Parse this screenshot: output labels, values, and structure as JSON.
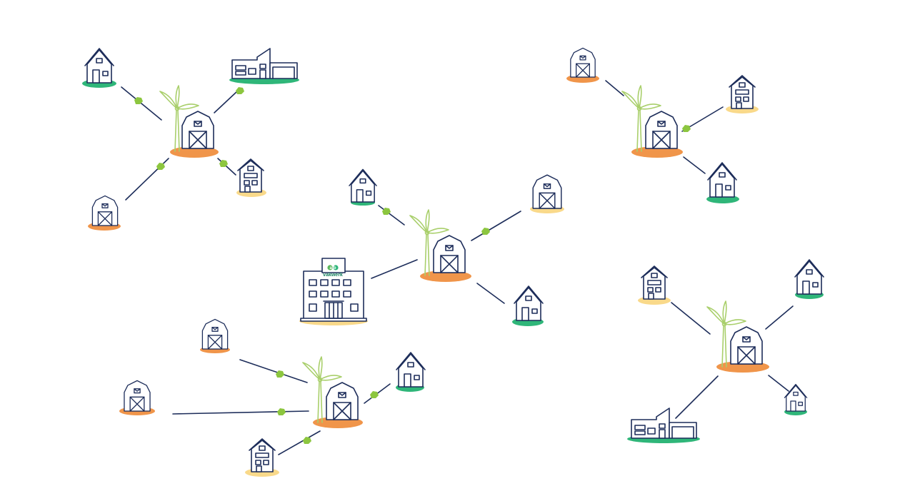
{
  "logo": {
    "mark": "a·b",
    "name": "vakwerk"
  },
  "colors": {
    "ink": "#1d2d5a",
    "green_ground": "#2fb679",
    "orange_ground": "#f0954a",
    "yellow_ground": "#f9d98a",
    "windmill": "#a9cf6b",
    "link_dot": "#8cc63f"
  },
  "icons": [
    "barn-icon",
    "house-icon",
    "townhouse-icon",
    "modern-house-icon",
    "windmill-icon",
    "office-building-icon"
  ],
  "clusters": [
    {
      "id": "top-left",
      "hub": "barn-with-windmill",
      "members": [
        "house",
        "modern-house",
        "townhouse",
        "barn"
      ]
    },
    {
      "id": "top-right",
      "hub": "barn-with-windmill",
      "members": [
        "barn",
        "townhouse",
        "house"
      ]
    },
    {
      "id": "center",
      "hub": "barn-with-windmill",
      "members": [
        "house",
        "barn",
        "office-building",
        "house"
      ]
    },
    {
      "id": "bottom-left",
      "hub": "barn-with-windmill",
      "members": [
        "barn",
        "barn",
        "house",
        "townhouse"
      ]
    },
    {
      "id": "bottom-right",
      "hub": "barn-with-windmill",
      "members": [
        "townhouse",
        "house",
        "modern-house",
        "house"
      ]
    }
  ]
}
